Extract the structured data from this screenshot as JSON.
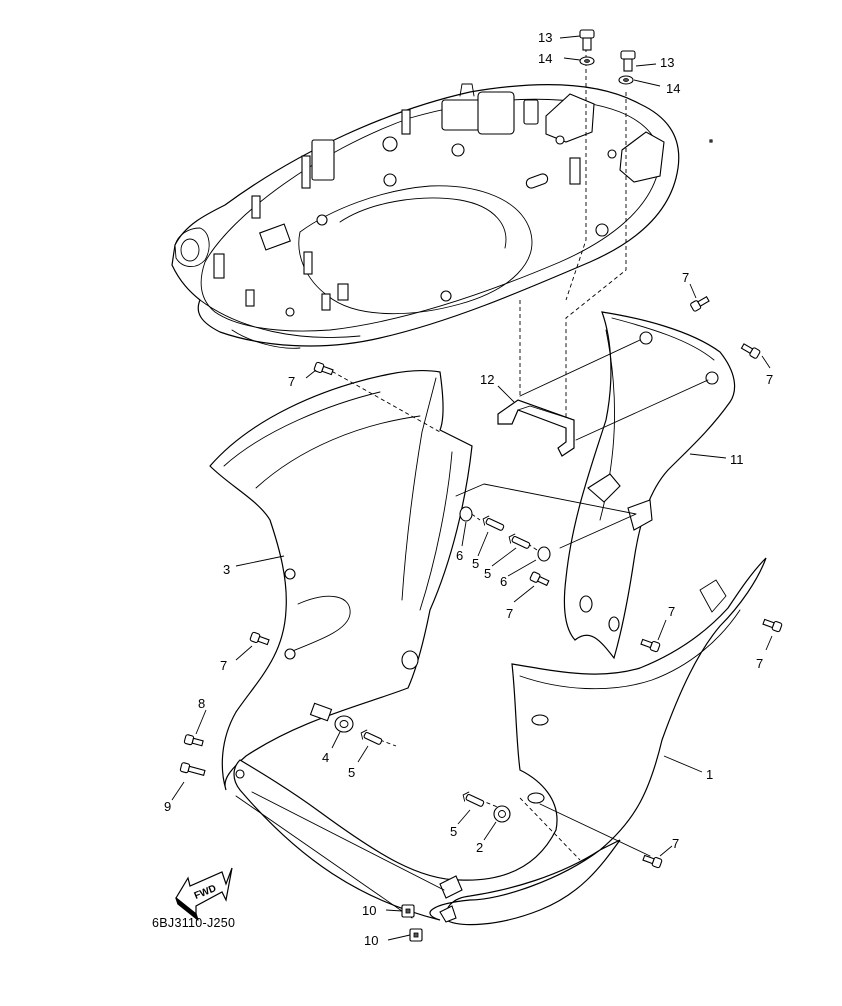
{
  "diagram_code": "6BJ3110-J250",
  "fwd_label": "FWD",
  "callouts": {
    "c1": "1",
    "c2": "2",
    "c3": "3",
    "c4": "4",
    "c5": "5",
    "c6": "6",
    "c7": "7",
    "c8": "8",
    "c9": "9",
    "c10": "10",
    "c11": "11",
    "c12": "12",
    "c13": "13",
    "c14": "14"
  }
}
